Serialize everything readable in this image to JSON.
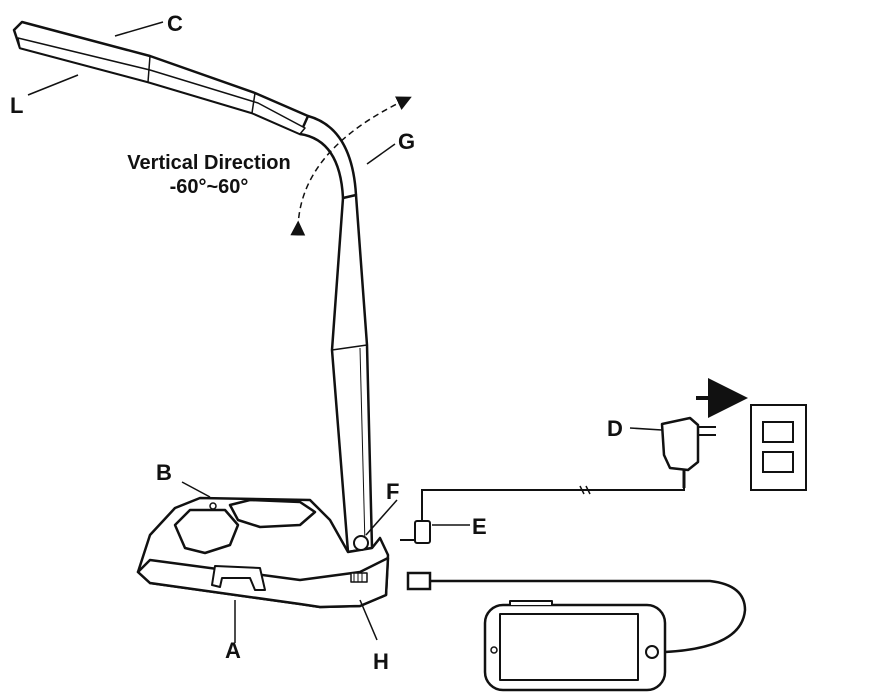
{
  "callouts": {
    "A": "A",
    "B": "B",
    "C": "C",
    "D": "D",
    "E": "E",
    "F": "F",
    "G": "G",
    "H": "H",
    "L": "L"
  },
  "rotation_note": {
    "line1": "Vertical Direction",
    "line2": "-60°~60°"
  },
  "colors": {
    "ink": "#111111",
    "fill": "#ffffff"
  }
}
